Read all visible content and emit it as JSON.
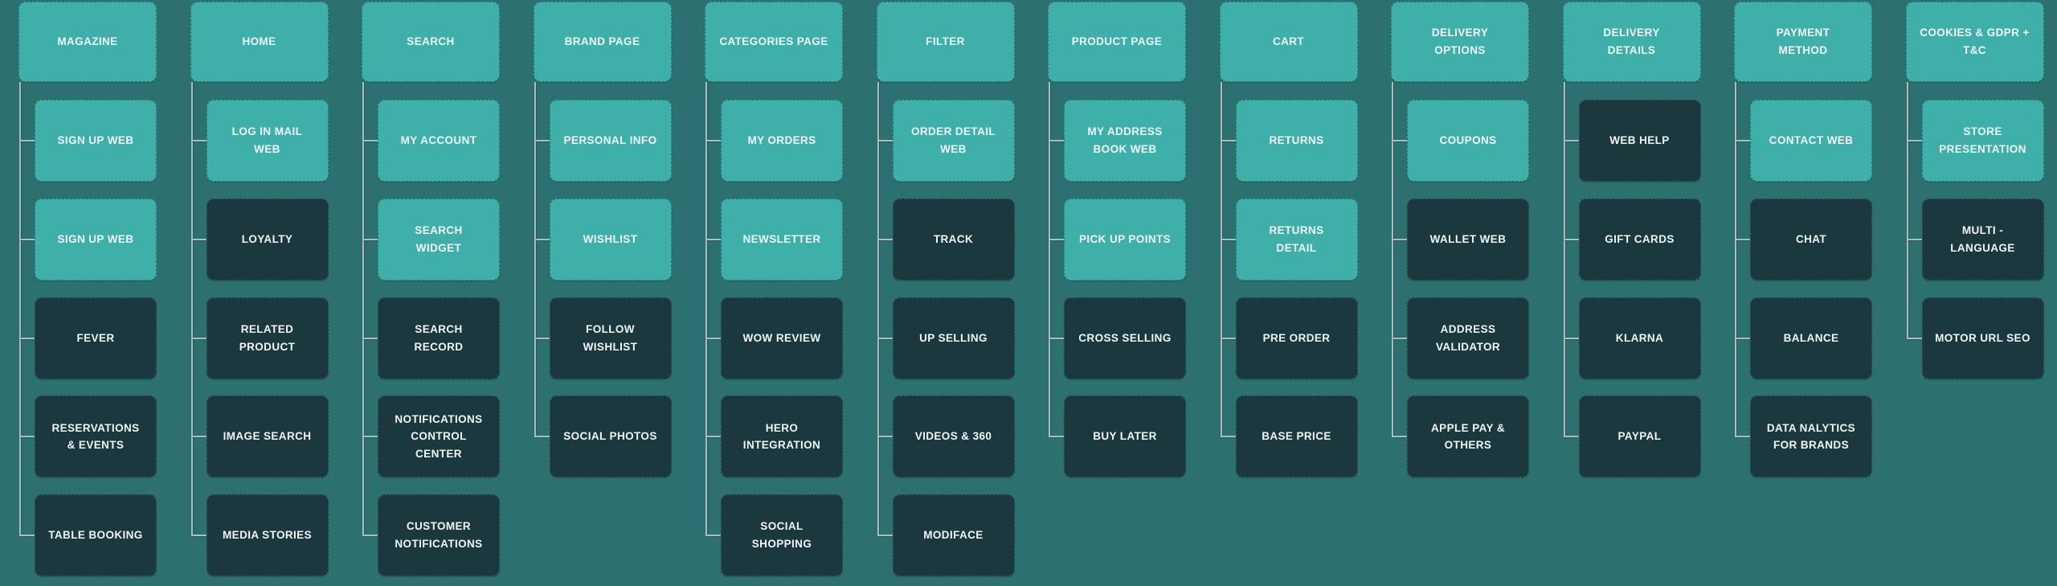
{
  "colors": {
    "background": "#2C7170",
    "card_light": "#3FAFAA",
    "card_dark": "#1A383E",
    "text": "#F0F5F4",
    "connector": "#AEBDBC"
  },
  "sitemap": {
    "columns": [
      {
        "title": "MAGAZINE",
        "children": [
          {
            "label": "SIGN UP WEB",
            "variant": "light"
          },
          {
            "label": "SIGN UP WEB",
            "variant": "light"
          },
          {
            "label": "FEVER",
            "variant": "dark"
          },
          {
            "label": "RESERVATIONS\n& EVENTS",
            "variant": "dark"
          },
          {
            "label": "TABLE BOOKING",
            "variant": "dark"
          }
        ]
      },
      {
        "title": "HOME",
        "children": [
          {
            "label": "LOG IN MAIL\nWEB",
            "variant": "light"
          },
          {
            "label": "LOYALTY",
            "variant": "dark"
          },
          {
            "label": "RELATED\nPRODUCT",
            "variant": "dark"
          },
          {
            "label": "IMAGE SEARCH",
            "variant": "dark"
          },
          {
            "label": "MEDIA STORIES",
            "variant": "dark"
          }
        ]
      },
      {
        "title": "SEARCH",
        "children": [
          {
            "label": "MY ACCOUNT",
            "variant": "light"
          },
          {
            "label": "SEARCH\nWIDGET",
            "variant": "light"
          },
          {
            "label": "SEARCH\nRECORD",
            "variant": "dark"
          },
          {
            "label": "NOTIFICATIONS\nCONTROL\nCENTER",
            "variant": "dark"
          },
          {
            "label": "CUSTOMER\nNOTIFICATIONS",
            "variant": "dark"
          }
        ]
      },
      {
        "title": "BRAND PAGE",
        "children": [
          {
            "label": "PERSONAL INFO",
            "variant": "light"
          },
          {
            "label": "WISHLIST",
            "variant": "light"
          },
          {
            "label": "FOLLOW\nWISHLIST",
            "variant": "dark"
          },
          {
            "label": "SOCIAL PHOTOS",
            "variant": "dark"
          }
        ]
      },
      {
        "title": "CATEGORIES PAGE",
        "children": [
          {
            "label": "MY ORDERS",
            "variant": "light"
          },
          {
            "label": "NEWSLETTER",
            "variant": "light"
          },
          {
            "label": "WOW REVIEW",
            "variant": "dark"
          },
          {
            "label": "HERO\nINTEGRATION",
            "variant": "dark"
          },
          {
            "label": "SOCIAL\nSHOPPING",
            "variant": "dark"
          }
        ]
      },
      {
        "title": "FILTER",
        "children": [
          {
            "label": "ORDER DETAIL\nWEB",
            "variant": "light"
          },
          {
            "label": "TRACK",
            "variant": "dark"
          },
          {
            "label": "UP SELLING",
            "variant": "dark"
          },
          {
            "label": "VIDEOS & 360",
            "variant": "dark"
          },
          {
            "label": "MODIFACE",
            "variant": "dark"
          }
        ]
      },
      {
        "title": "PRODUCT PAGE",
        "children": [
          {
            "label": "MY ADDRESS\nBOOK WEB",
            "variant": "light"
          },
          {
            "label": "PICK UP POINTS",
            "variant": "light"
          },
          {
            "label": "CROSS SELLING",
            "variant": "dark"
          },
          {
            "label": "BUY LATER",
            "variant": "dark"
          }
        ]
      },
      {
        "title": "CART",
        "children": [
          {
            "label": "RETURNS",
            "variant": "light"
          },
          {
            "label": "RETURNS\nDETAIL",
            "variant": "light"
          },
          {
            "label": "PRE ORDER",
            "variant": "dark"
          },
          {
            "label": "BASE PRICE",
            "variant": "dark"
          }
        ]
      },
      {
        "title": "DELIVERY\nOPTIONS",
        "children": [
          {
            "label": "COUPONS",
            "variant": "light"
          },
          {
            "label": "WALLET WEB",
            "variant": "dark"
          },
          {
            "label": "ADDRESS\nVALIDATOR",
            "variant": "dark"
          },
          {
            "label": "APPLE PAY &\nOTHERS",
            "variant": "dark"
          }
        ]
      },
      {
        "title": "DELIVERY\nDETAILS",
        "children": [
          {
            "label": "WEB HELP",
            "variant": "dark"
          },
          {
            "label": "GIFT CARDS",
            "variant": "dark"
          },
          {
            "label": "KLARNA",
            "variant": "dark"
          },
          {
            "label": "PAYPAL",
            "variant": "dark"
          }
        ]
      },
      {
        "title": "PAYMENT\nMETHOD",
        "children": [
          {
            "label": "CONTACT WEB",
            "variant": "light"
          },
          {
            "label": "CHAT",
            "variant": "dark"
          },
          {
            "label": "BALANCE",
            "variant": "dark"
          },
          {
            "label": "DATA NALYTICS\nFOR BRANDS",
            "variant": "dark"
          }
        ]
      },
      {
        "title": "COOKIES & GDPR +\nT&C",
        "children": [
          {
            "label": "STORE\nPRESENTATION",
            "variant": "light"
          },
          {
            "label": "MULTI -\nLANGUAGE",
            "variant": "dark"
          },
          {
            "label": "MOTOR URL SEO",
            "variant": "dark"
          }
        ]
      }
    ]
  }
}
